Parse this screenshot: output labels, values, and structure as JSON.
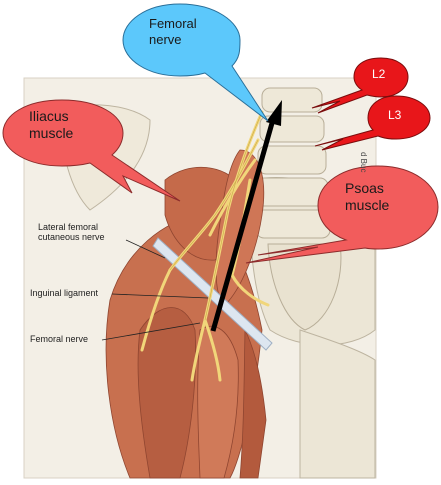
{
  "callouts": {
    "femoral_nerve": {
      "line1": "Femoral",
      "line2": "nerve",
      "fill": "#5cc8fb"
    },
    "iliacus": {
      "line1": "Iliacus",
      "line2": "muscle",
      "fill": "#f25c5c"
    },
    "psoas": {
      "line1": "Psoas",
      "line2": "muscle",
      "fill": "#f25c5c"
    },
    "l2": {
      "text": "L2",
      "fill": "#e8161a"
    },
    "l3": {
      "text": "L3",
      "fill": "#e8161a"
    }
  },
  "labels": {
    "lateral_femoral_1": "Lateral femoral",
    "lateral_femoral_2": "cutaneous nerve",
    "inguinal_ligament": "Inguinal ligament",
    "femoral_nerve": "Femoral nerve",
    "watermark": "d Buc"
  },
  "colors": {
    "background": "#f3efe6",
    "muscle": "#c8704f",
    "muscle_dark": "#a8543a",
    "nerve": "#f1d67a",
    "bone": "#ece6d6",
    "ligament": "#dde6f0",
    "arrow": "#000000"
  }
}
